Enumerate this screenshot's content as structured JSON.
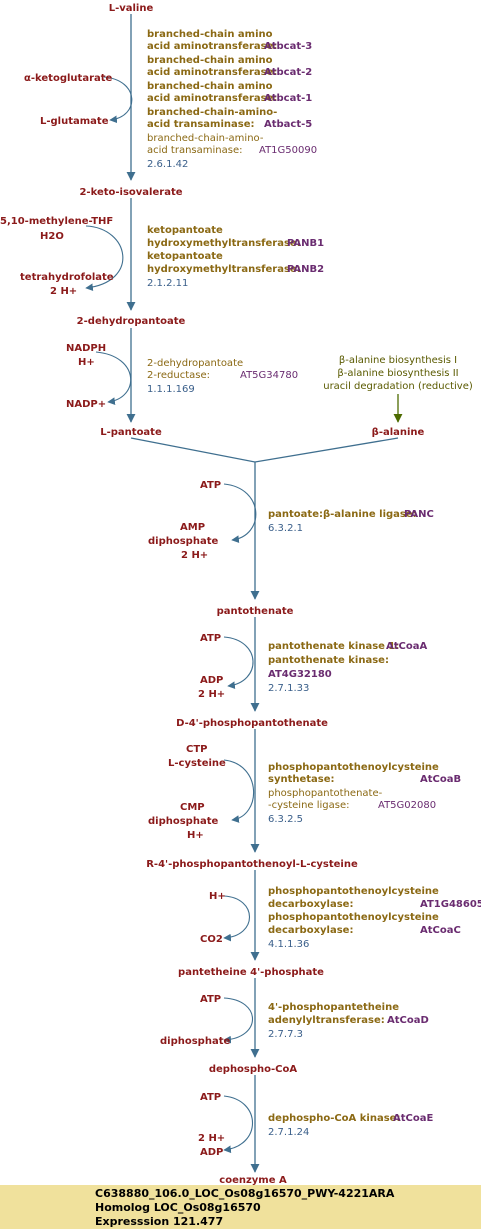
{
  "compounds": {
    "l_valine": "L-valine",
    "alpha_ketoglutarate": "α-ketoglutarate",
    "l_glutamate": "L-glutamate",
    "keto_isovalerate": "2-keto-isovalerate",
    "methylene_thf": "5,10-methylene-THF",
    "h2o": "H2O",
    "tetrahydrofolate": "tetrahydrofolate",
    "two_h_plus": "2 H+",
    "dehydropantoate": "2-dehydropantoate",
    "nadph": "NADPH",
    "h_plus": "H+",
    "nadp_plus": "NADP+",
    "l_pantoate": "L-pantoate",
    "beta_alanine": "β-alanine",
    "atp": "ATP",
    "amp": "AMP",
    "diphosphate": "diphosphate",
    "pantothenate": "pantothenate",
    "adp": "ADP",
    "phosphopantothenate": "D-4'-phosphopantothenate",
    "ctp": "CTP",
    "l_cysteine": "L-cysteine",
    "cmp": "CMP",
    "phosphopantothenoyl_cysteine": "R-4'-phosphopantothenoyl-L-cysteine",
    "co2": "CO2",
    "pantetheine_phosphate": "pantetheine 4'-phosphate",
    "dephospho_coa": "dephospho-CoA",
    "coenzyme_a": "coenzyme A"
  },
  "enzymes": {
    "bcat3_l1": "branched-chain amino",
    "bcat3_l2": "acid aminotransferase:",
    "bcat3_gene": "Atbcat-3",
    "bcat2_l1": "branched-chain amino",
    "bcat2_l2": "acid aminotransferase:",
    "bcat2_gene": "Atbcat-2",
    "bcat1_l1": "branched-chain amino",
    "bcat1_l2": "acid aminotransferase:",
    "bcat1_gene": "Atbcat-1",
    "bcat5_l1": "branched-chain-amino-",
    "bcat5_l2": "acid transaminase:",
    "bcat5_gene": "Atbact-5",
    "bcatx_l1": "branched-chain-amino-",
    "bcatx_l2": "acid transaminase:",
    "bcatx_gene": "AT1G50090",
    "bcat_ec": "2.6.1.42",
    "panb1_l1": "ketopantoate",
    "panb1_l2": "hydroxymethyltransferase:",
    "panb1_gene": "PANB1",
    "panb2_l1": "ketopantoate",
    "panb2_l2": "hydroxymethyltransferase:",
    "panb2_gene": "PANB2",
    "panb_ec": "2.1.2.11",
    "red_l1": "2-dehydropantoate",
    "red_l2": "2-reductase:",
    "red_gene": "AT5G34780",
    "red_ec": "1.1.1.169",
    "panc_l1": "pantoate:β-alanine ligase:",
    "panc_gene": "PANC",
    "panc_ec": "6.3.2.1",
    "coaa_l1": "pantothenate kinase 1:",
    "coaa_gene": "AtCoaA",
    "pk_l1": "pantothenate kinase:",
    "pk_gene": "AT4G32180",
    "pk_ec": "2.7.1.33",
    "coab_l1": "phosphopantothenoylcysteine",
    "coab_l2": "synthetase:",
    "coab_gene": "AtCoaB",
    "ppcl_l1": "phosphopantothenate-",
    "ppcl_l2": "-cysteine ligase:",
    "ppcl_gene": "AT5G02080",
    "coab_ec": "6.3.2.5",
    "dc1_l1": "phosphopantothenoylcysteine",
    "dc1_l2": "decarboxylase:",
    "dc1_gene": "AT1G48605",
    "dc2_l1": "phosphopantothenoylcysteine",
    "dc2_l2": "decarboxylase:",
    "dc2_gene": "AtCoaC",
    "dc_ec": "4.1.1.36",
    "coad_l1": "4'-phosphopantetheine",
    "coad_l2": "adenylyltransferase:",
    "coad_gene": "AtCoaD",
    "coad_ec": "2.7.7.3",
    "coae_l1": "dephospho-CoA kinase:",
    "coae_gene": "AtCoaE",
    "coae_ec": "2.7.1.24"
  },
  "pathways": {
    "ba1": "β-alanine biosynthesis I",
    "ba2": "β-alanine biosynthesis II",
    "ud": "uracil degradation (reductive)"
  },
  "footer": {
    "line1": "C638880_106.0_LOC_Os08g16570_PWY-4221ARA",
    "line2": "Homolog LOC_Os08g16570",
    "line3": "Expresssion 121.477"
  },
  "colors": {
    "compound": "#8b1a1a",
    "enzyme": "#8b6914",
    "gene": "#6a2c70",
    "ec": "#3a5f8a",
    "arrow": "#3f6f8f",
    "footer_bg": "#f0e19c"
  }
}
